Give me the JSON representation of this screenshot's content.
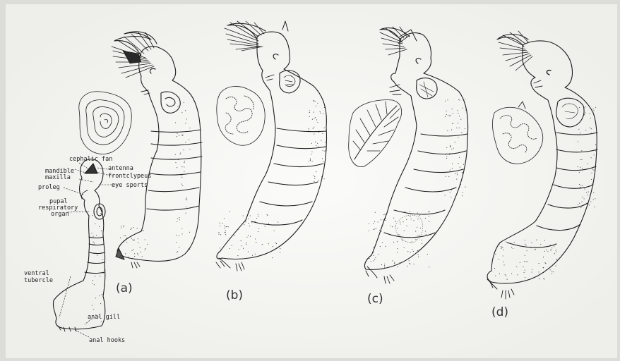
{
  "figure": {
    "captions": [
      "(a)",
      "(b)",
      "(c)",
      "(d)"
    ],
    "labels": {
      "cephalic_fan": "cephalic fan",
      "antenna": "antenna",
      "mandible": "mandible",
      "maxilla": "maxilla",
      "frontclypeus": "frontclypeus",
      "proleg": "proleg",
      "eye_spots": "eye sports",
      "pupal_respiratory_organ_1": "pupal",
      "pupal_respiratory_organ_2": "respiratory",
      "pupal_respiratory_organ_3": "organ",
      "ventral_tubercle_1": "ventral",
      "ventral_tubercle_2": "tubercle",
      "anal_gill": "anal gill",
      "anal_hooks": "anal hooks"
    },
    "colors": {
      "paper": "#f6f6f4",
      "ink": "#1e1e1e",
      "background": "#dcdcd8"
    }
  }
}
